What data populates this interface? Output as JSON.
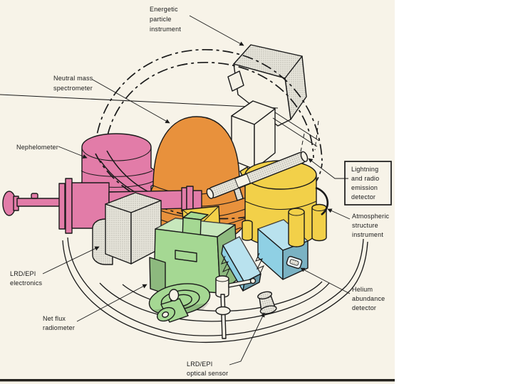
{
  "page": {
    "paper_color": "#f7f3e8",
    "page_edge_color": "#24221e",
    "background_color": "#ffffff"
  },
  "colors": {
    "outline": "#1a1a1a",
    "label_text": "#1a1a1a",
    "nephelometer_pink": "#e27ca8",
    "mass_spectrometer_orange": "#e8913c",
    "asi_yellow": "#f2d049",
    "net_flux_green": "#a5d893",
    "helium_blue": "#8fd0e4",
    "stipple_gray": "#e5e3d9",
    "structure_white": "#f6f2e6"
  },
  "labels": {
    "energetic_particle_instrument": {
      "lines": [
        "Energetic",
        "particle",
        "instrument"
      ]
    },
    "neutral_mass_spectrometer": {
      "lines": [
        "Neutral mass",
        "spectrometer"
      ]
    },
    "nephelometer": {
      "lines": [
        "Nephelometer"
      ]
    },
    "lightning_radio_emission_detector": {
      "lines": [
        "Lightning",
        "and radio",
        "emission",
        "detector"
      ],
      "boxed": true
    },
    "atmospheric_structure_instrument": {
      "lines": [
        "Atmospheric",
        "structure",
        "instrument"
      ]
    },
    "helium_abundance_detector": {
      "lines": [
        "Helium",
        "abundance",
        "detector"
      ]
    },
    "lrd_epi_electronics": {
      "lines": [
        "LRD/EPI",
        "electronics"
      ]
    },
    "net_flux_radiometer": {
      "lines": [
        "Net flux",
        "radiometer"
      ]
    },
    "lrd_epi_optical_sensor": {
      "lines": [
        "LRD/EPI",
        "optical sensor"
      ]
    }
  }
}
